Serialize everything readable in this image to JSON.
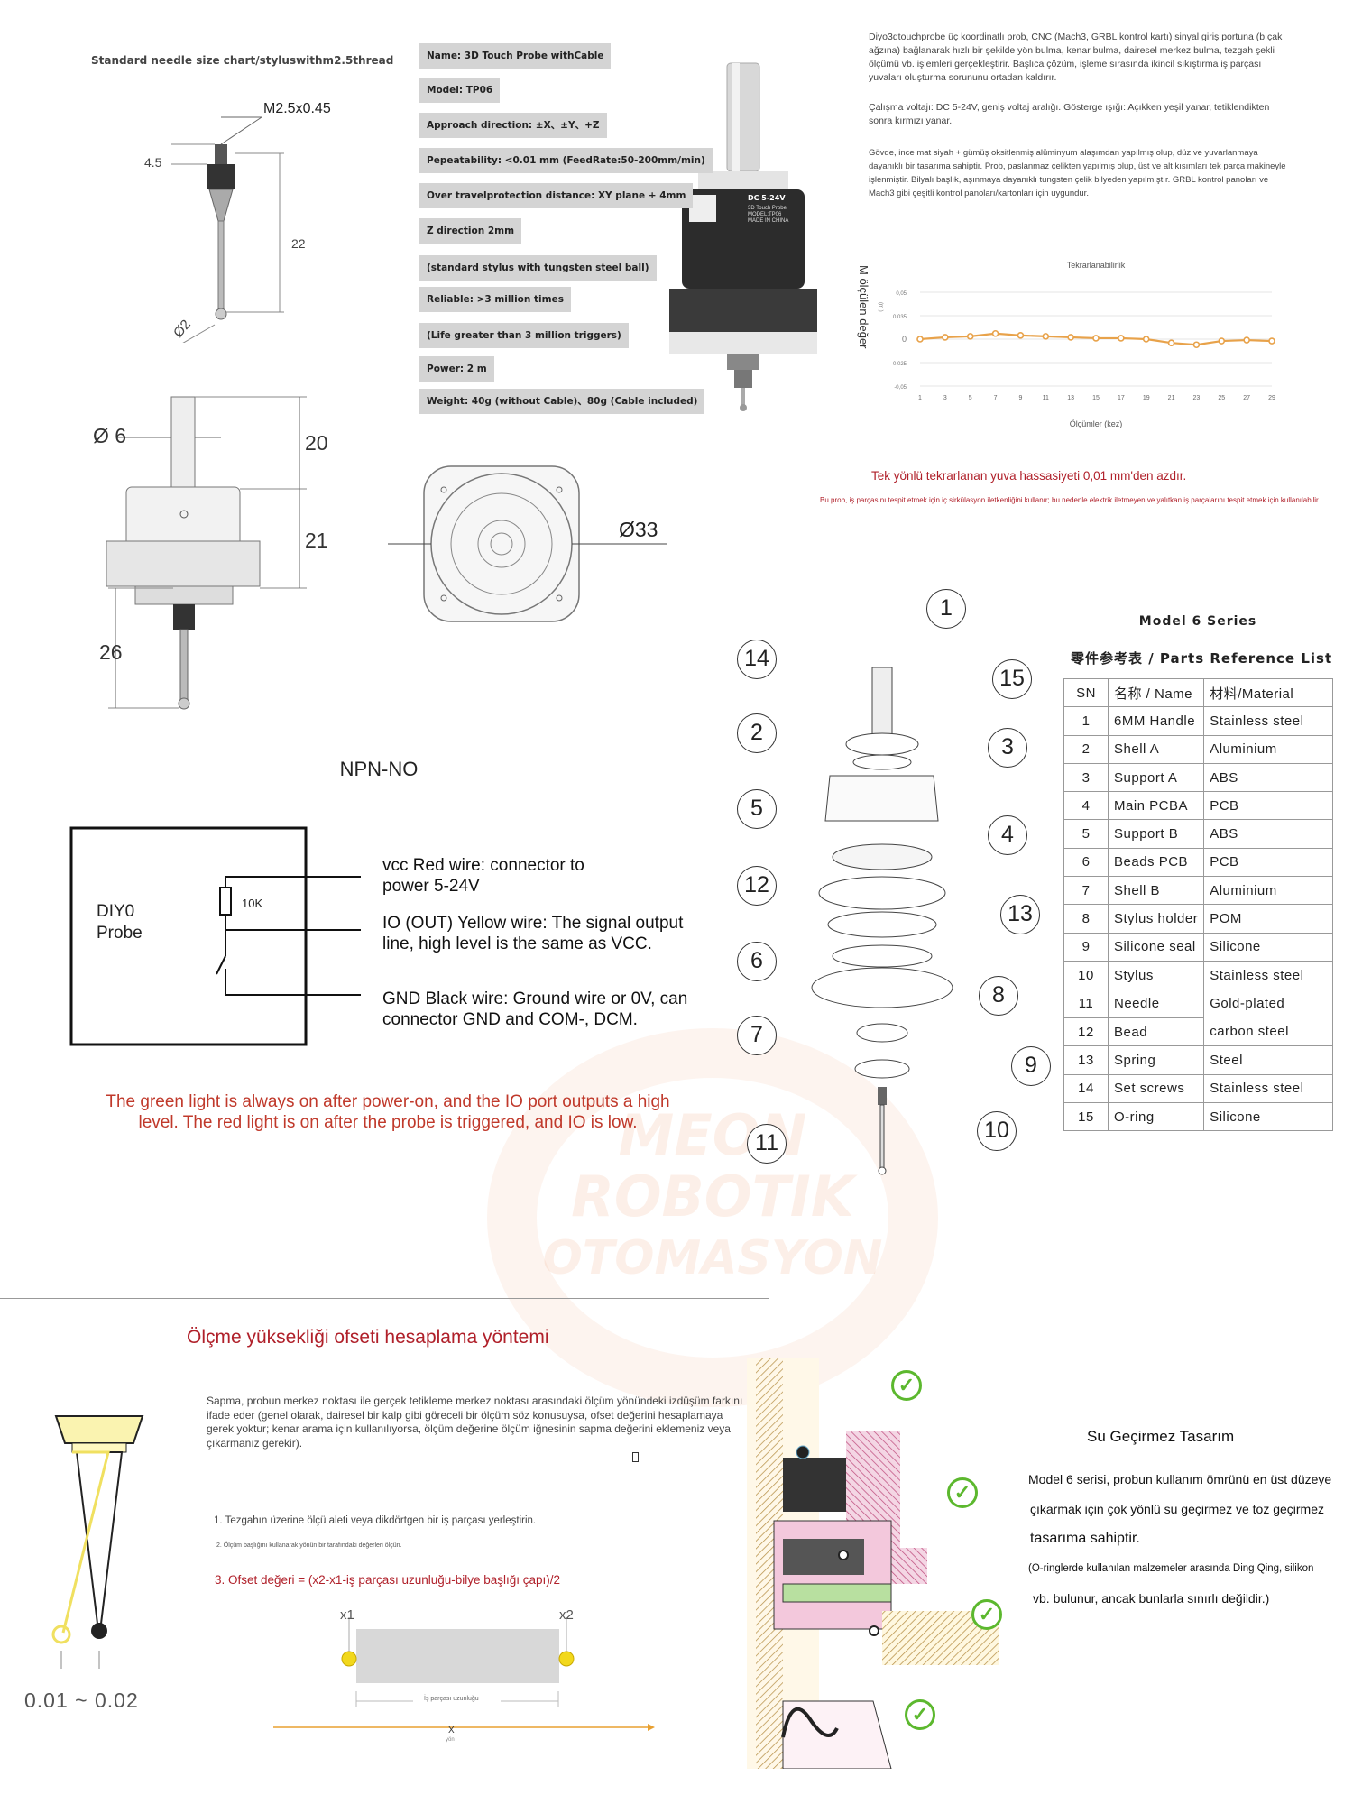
{
  "needle_chart": {
    "title": "Standard needle size chart/styluswithm2.5thread",
    "thread": "M2.5x0.45",
    "thread_len": "4.5",
    "length": "22",
    "ball_dia": "Ø2"
  },
  "specs": [
    "Name:  3D Touch Probe withCable",
    "Model:  TP06",
    "Approach direction:  ±X、±Y、+Z",
    "Pepeatability:  <0.01 mm   (FeedRate:50-200mm/min)",
    "Over travelprotection distance:  XY plane + 4mm",
    "Z direction 2mm",
    "(standard stylus with tungsten steel ball)",
    "Reliable:  >3 million times",
    "(Life greater than 3 million triggers)",
    "Power:  2 m",
    "Weight:  40g (without Cable)、80g (Cable included)"
  ],
  "product_label": {
    "voltage": "DC 5-24V",
    "line1": "3D Touch Probe",
    "line2": "MODEL:TP06",
    "line3": "MADE IN CHINA"
  },
  "description": [
    "Diyo3dtouchprobe üç koordinatlı prob, CNC (Mach3, GRBL kontrol kartı) sinyal giriş portuna (bıçak ağzına) bağlanarak hızlı bir şekilde yön bulma, kenar bulma, dairesel merkez bulma, tezgah şekli ölçümü vb. işlemleri gerçekleştirir. Başlıca çözüm, işleme sırasında ikincil sıkıştırma iş parçası yuvaları oluşturma sorununu ortadan kaldırır.",
    "Çalışma voltajı: DC 5-24V, geniş voltaj aralığı. Gösterge ışığı: Açıkken yeşil yanar, tetiklendikten sonra kırmızı yanar.",
    "Gövde, ince mat siyah + gümüş oksitlenmiş alüminyum alaşımdan yapılmış olup, düz ve yuvarlanmaya dayanıklı bir tasarıma sahiptir. Prob, paslanmaz çelikten yapılmış olup, üst ve alt kısımları tek parça makineyle işlenmiştir. Bilyalı başlık, aşınmaya dayanıklı tungsten çelik bilyeden yapılmıştır. GRBL kontrol panoları ve Mach3 gibi çeşitli kontrol panoları/kartonları için uygundur."
  ],
  "chart_data": {
    "type": "line",
    "title": "Tekrarlanabilirlik",
    "xlabel": "Ölçümler (kez)",
    "ylabel": "M ölçülen değer",
    "ylabel_unit": "(m )",
    "x": [
      1,
      3,
      5,
      7,
      9,
      11,
      13,
      15,
      17,
      19,
      21,
      23,
      25,
      27,
      29
    ],
    "values": [
      0,
      0.002,
      0.003,
      0.006,
      0.004,
      0.003,
      0.002,
      0.001,
      0.001,
      0,
      -0.004,
      -0.006,
      -0.002,
      -0.001,
      -0.002
    ],
    "ylim": [
      -0.05,
      0.05
    ],
    "ytick_values": [
      0.05,
      0.025,
      0,
      -0.025,
      -0.05
    ],
    "ytick_labels": [
      "0,05",
      "0,035",
      "0",
      "-0,025",
      "-0,05"
    ],
    "grid": true,
    "color": "#e8a24a"
  },
  "accuracy_note": "Tek yönlü tekrarlanan yuva hassasiyeti 0,01 mm'den azdır.",
  "conductivity_note": "Bu prob, iş parçasını tespit etmek için iç sirkülasyon iletkenliğini kullanır; bu nedenle elektrik iletmeyen ve yalıtkan iş parçalarını tespit etmek için kullanılabilir.",
  "dimensions": {
    "shank": "Ø 6",
    "top": "20",
    "body": "21",
    "stylus": "26",
    "diameter": "Ø33"
  },
  "exploded_callouts": [
    "1",
    "14",
    "15",
    "2",
    "3",
    "5",
    "4",
    "12",
    "13",
    "6",
    "8",
    "7",
    "9",
    "11",
    "10"
  ],
  "parts": {
    "series": "Model 6 Series",
    "title": "零件参考表 / Parts Reference List",
    "headers": [
      "SN",
      "名称 / Name",
      "材料/Material"
    ],
    "rows": [
      [
        "1",
        "6MM Handle",
        "Stainless steel"
      ],
      [
        "2",
        "Shell A",
        "Aluminium"
      ],
      [
        "3",
        "Support A",
        "ABS"
      ],
      [
        "4",
        "Main PCBA",
        "PCB"
      ],
      [
        "5",
        "Support B",
        "ABS"
      ],
      [
        "6",
        "Beads PCB",
        "PCB"
      ],
      [
        "7",
        "Shell B",
        "Aluminium"
      ],
      [
        "8",
        "Stylus holder",
        "POM"
      ],
      [
        "9",
        "Silicone seal",
        "Silicone"
      ],
      [
        "10",
        "Stylus",
        "Stainless steel"
      ],
      [
        "11",
        "Needle",
        "Gold-plated carbon steel"
      ],
      [
        "12",
        "Bead",
        ""
      ],
      [
        "13",
        "Spring",
        "Steel"
      ],
      [
        "14",
        "Set screws",
        "Stainless steel"
      ],
      [
        "15",
        "O-ring",
        "Silicone"
      ]
    ]
  },
  "wiring": {
    "title": "NPN-NO",
    "probe_label_1": "DIY0",
    "probe_label_2": "Probe",
    "resistor": "10K",
    "vcc_1": "vcc Red wire: connector to",
    "vcc_2": "power 5-24V",
    "io_1": "IO (OUT) Yellow wire:  The signal output",
    "io_2": "line, high level is the same as VCC.",
    "gnd_1": "GND Black wire: Ground wire or 0V, can",
    "gnd_2": "connector GND and COM-, DCM.",
    "note_1": "The green light is always on after power-on, and the IO port outputs a high",
    "note_2": "level. The red light is on after the probe is triggered, and IO is low."
  },
  "watermark": [
    "MEON",
    "ROBOTIK",
    "OTOMASYON"
  ],
  "offset": {
    "title": "Ölçme yüksekliği ofseti hesaplama yöntemi",
    "paragraph": "Sapma, probun merkez noktası ile gerçek tetikleme merkez noktası arasındaki ölçüm yönündeki izdüşüm farkını ifade eder (genel olarak, dairesel bir kalp gibi göreceli bir ölçüm söz konusuysa, ofset değerini hesaplamaya gerek yoktur; kenar arama için kullanılıyorsa, ölçüm değerine ölçüm iğnesinin sapma değerini eklemeniz veya çıkarmanız gerekir).",
    "step1": "1. Tezgahın üzerine ölçü aleti veya dikdörtgen bir iş parçası yerleştirin.",
    "step2": "2. Ölçüm başlığını kullanarak yönün bir tarafındaki değerleri ölçün.",
    "step3": "3. Ofset değeri = (x2-x1-iş parçası uzunluğu-bilye başlığı çapı)/2",
    "x1": "x1",
    "x2": "x2",
    "length_label": "İş parçası uzunluğu",
    "axis": "X",
    "axis_sub": "yön",
    "deviation": "0.01 ~ 0.02"
  },
  "waterproof": {
    "title": "Su Geçirmez Tasarım",
    "line1": "Model 6 serisi, probun kullanım ömrünü en üst düzeye",
    "line2": "çıkarmak için çok yönlü su geçirmez ve toz geçirmez",
    "line3": "tasarıma sahiptir.",
    "line4": "(O-ringlerde kullanılan malzemeler arasında Ding Qing, silikon",
    "line5": "vb. bulunur, ancak bunlarla sınırlı değildir.)"
  }
}
